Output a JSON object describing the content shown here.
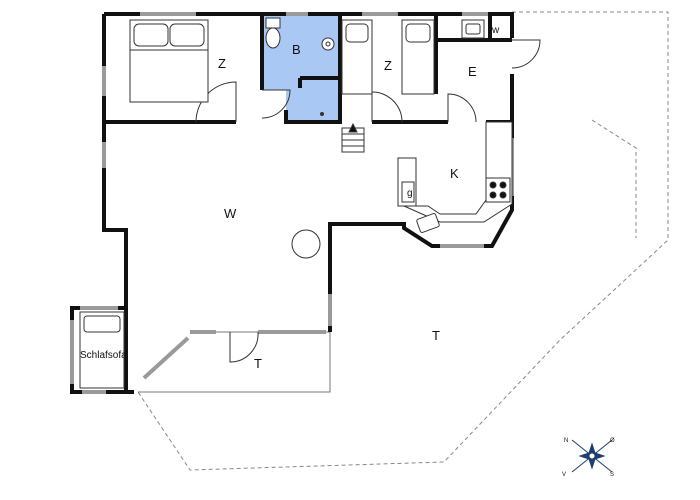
{
  "labels": {
    "bedroom_left": "Z",
    "bathroom": "B",
    "bedroom_right": "Z",
    "entrance": "E",
    "utility": "w",
    "living": "W",
    "kitchen": "K",
    "kitchen_fridge": "g",
    "terrace_small": "T",
    "terrace_large": "T",
    "sofa_bed": "Schlafsofa"
  },
  "compass": {
    "n": "N",
    "e": "Ø",
    "s": "S",
    "w": "V"
  },
  "colors": {
    "wall": "#111111",
    "window": "#9a9a9a",
    "bathroom_fill": "#a9c9f4",
    "outline": "#777777"
  }
}
